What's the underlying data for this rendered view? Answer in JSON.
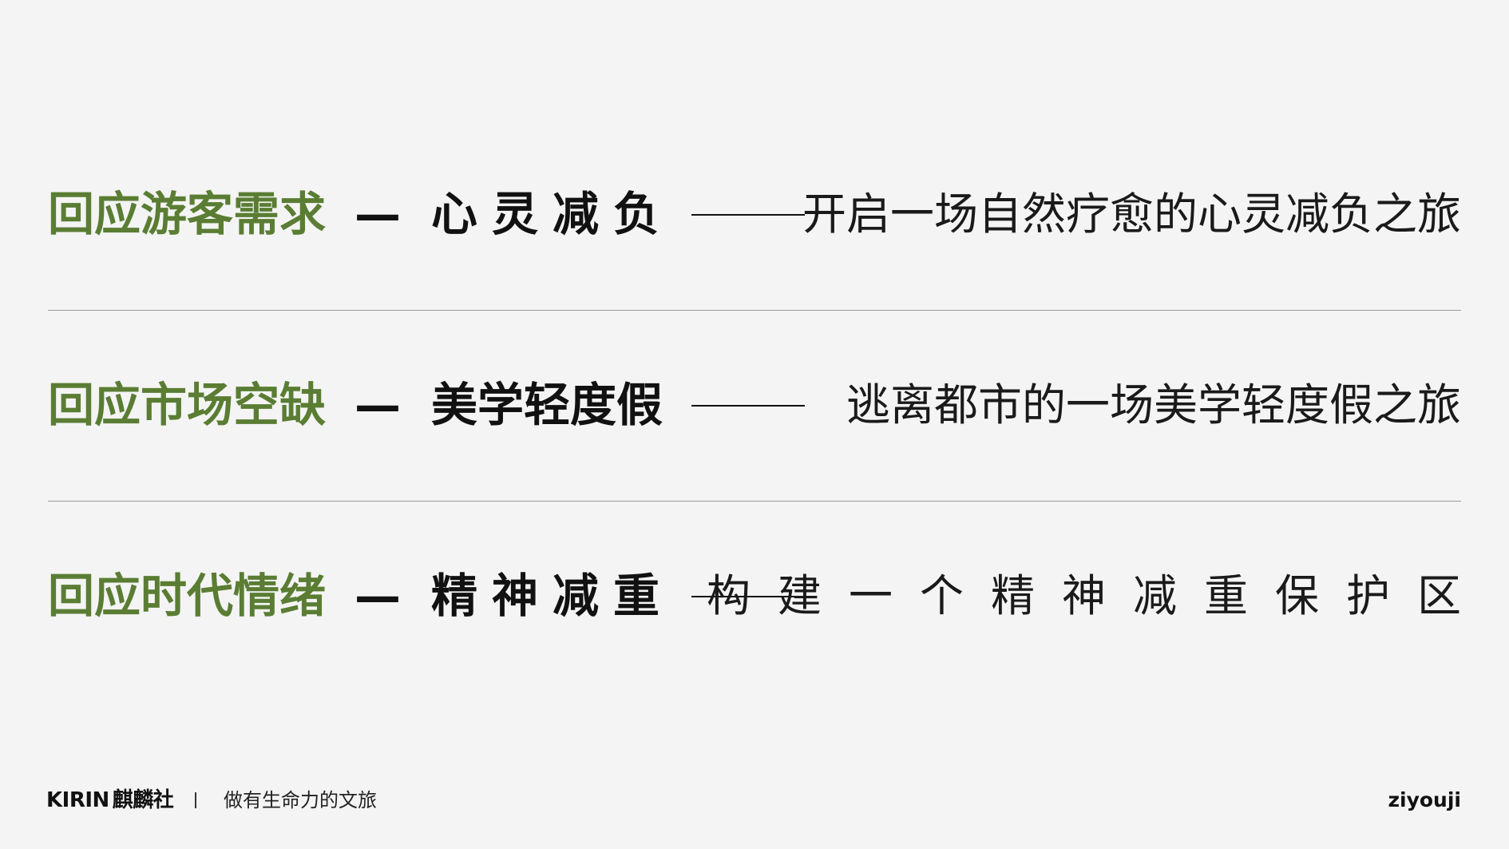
{
  "rows": [
    {
      "need": "回应游客需求",
      "dash": "—",
      "keyword": "心灵减负",
      "description": "开启一场自然疗愈的心灵减负之旅"
    },
    {
      "need": "回应市场空缺",
      "dash": "—",
      "keyword": "美学轻度假",
      "description": "逃离都市的一场美学轻度假之旅"
    },
    {
      "need": "回应时代情绪",
      "dash": "—",
      "keyword": "精神减重",
      "description": "构建一个精神减重保护区"
    }
  ],
  "footer": {
    "brand_latin": "KIRIN",
    "brand_cn": "麒麟社",
    "separator": "|",
    "slogan": "做有生命力的文旅",
    "site": "ziyouji"
  },
  "colors": {
    "accent_green": "#5a7d33",
    "text_dark": "#111111",
    "background": "#f4f4f4",
    "divider": "#9a9a9a"
  }
}
